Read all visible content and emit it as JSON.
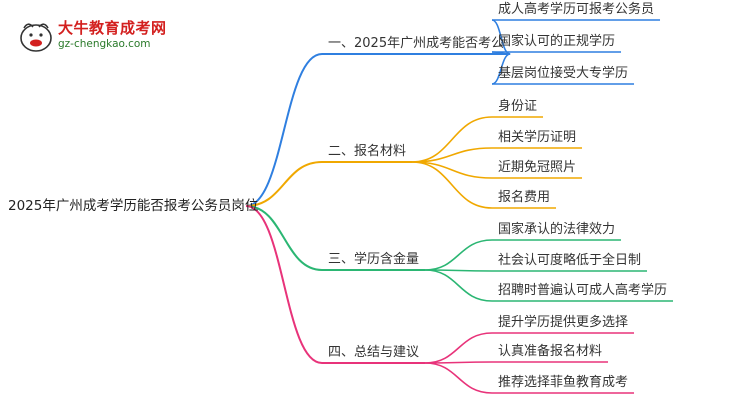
{
  "logo": {
    "name": "大牛教育成考网",
    "url": "gz-chengkao.com",
    "brand_color": "#d3201f",
    "url_color": "#2a7a2a"
  },
  "root": {
    "label": "2025年广州成考学历能否报考公务员岗位"
  },
  "branches": [
    {
      "label": "一、2025年广州成考能否考公",
      "color": "#2f7fe0",
      "children": [
        "成人高考学历可报考公务员",
        "国家认可的正规学历",
        "基层岗位接受大专学历"
      ]
    },
    {
      "label": "二、报名材料",
      "color": "#f0a800",
      "children": [
        "身份证",
        "相关学历证明",
        "近期免冠照片",
        "报名费用"
      ]
    },
    {
      "label": "三、学历含金量",
      "color": "#2bb673",
      "children": [
        "国家承认的法律效力",
        "社会认可度略低于全日制",
        "招聘时普遍认可成人高考学历"
      ]
    },
    {
      "label": "四、总结与建议",
      "color": "#e8337a",
      "children": [
        "提升学历提供更多选择",
        "认真准备报名材料",
        "推荐选择菲鱼教育成考"
      ]
    }
  ]
}
